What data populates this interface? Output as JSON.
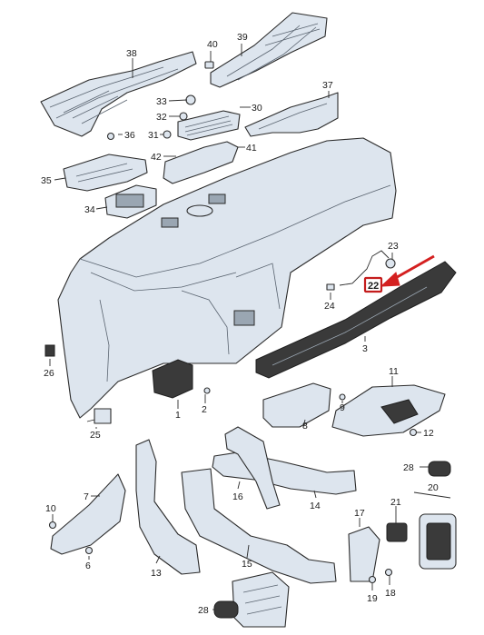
{
  "diagram": {
    "colors": {
      "part_fill": "#dde5ee",
      "outline": "#2b2b2b",
      "dark_part": "#3a3a3a",
      "highlight": "#d42020"
    },
    "highlighted_label": "22",
    "labels": [
      {
        "id": "l38",
        "text": "38"
      },
      {
        "id": "l40",
        "text": "40"
      },
      {
        "id": "l39",
        "text": "39"
      },
      {
        "id": "l37",
        "text": "37"
      },
      {
        "id": "l33",
        "text": "33"
      },
      {
        "id": "l30",
        "text": "30"
      },
      {
        "id": "l32",
        "text": "32"
      },
      {
        "id": "l36",
        "text": "36"
      },
      {
        "id": "l31",
        "text": "31"
      },
      {
        "id": "l41",
        "text": "41"
      },
      {
        "id": "l42",
        "text": "42"
      },
      {
        "id": "l35",
        "text": "35"
      },
      {
        "id": "l34",
        "text": "34"
      },
      {
        "id": "l23",
        "text": "23"
      },
      {
        "id": "l24",
        "text": "24"
      },
      {
        "id": "l3",
        "text": "3"
      },
      {
        "id": "l26",
        "text": "26"
      },
      {
        "id": "l11",
        "text": "11"
      },
      {
        "id": "l9",
        "text": "9"
      },
      {
        "id": "l2",
        "text": "2"
      },
      {
        "id": "l1",
        "text": "1"
      },
      {
        "id": "l8",
        "text": "8"
      },
      {
        "id": "l12",
        "text": "12"
      },
      {
        "id": "l25",
        "text": "25"
      },
      {
        "id": "l28a",
        "text": "28"
      },
      {
        "id": "l20",
        "text": "20"
      },
      {
        "id": "l21",
        "text": "21"
      },
      {
        "id": "l7",
        "text": "7"
      },
      {
        "id": "l16",
        "text": "16"
      },
      {
        "id": "l14",
        "text": "14"
      },
      {
        "id": "l10",
        "text": "10"
      },
      {
        "id": "l17",
        "text": "17"
      },
      {
        "id": "l6",
        "text": "6"
      },
      {
        "id": "l15",
        "text": "15"
      },
      {
        "id": "l13",
        "text": "13"
      },
      {
        "id": "l19",
        "text": "19"
      },
      {
        "id": "l18",
        "text": "18"
      },
      {
        "id": "l28b",
        "text": "28"
      }
    ]
  }
}
